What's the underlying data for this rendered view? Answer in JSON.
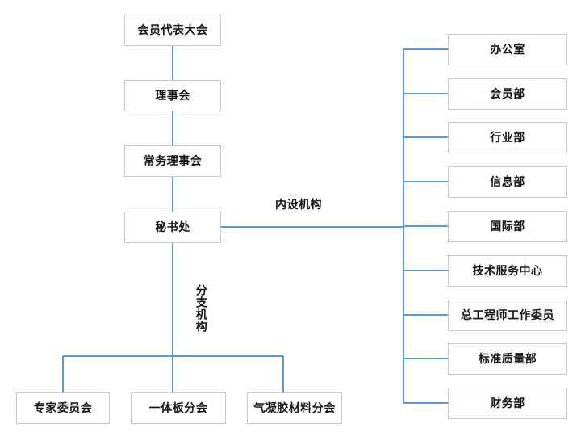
{
  "diagram": {
    "title_present": false,
    "colors": {
      "connector": "#5b9bd5",
      "box_border": "#c9c9c9",
      "box_fill": "#ffffff",
      "text": "#151515",
      "background": "#ffffff"
    },
    "main_chain": [
      {
        "id": "assembly",
        "label": "会员代表大会"
      },
      {
        "id": "council",
        "label": "理事会"
      },
      {
        "id": "standing",
        "label": "常务理事会"
      },
      {
        "id": "secretariat",
        "label": "秘书处"
      }
    ],
    "edge_labels": {
      "internal": "内设机构",
      "branch": "分支机构"
    },
    "internal_departments": [
      {
        "id": "office",
        "label": "办公室"
      },
      {
        "id": "membership",
        "label": "会员部"
      },
      {
        "id": "industry",
        "label": "行业部"
      },
      {
        "id": "information",
        "label": "信息部"
      },
      {
        "id": "international",
        "label": "国际部"
      },
      {
        "id": "tech-service",
        "label": "技术服务中心"
      },
      {
        "id": "chief-engineer",
        "label": "总工程师工作委员"
      },
      {
        "id": "standard-quality",
        "label": "标准质量部"
      },
      {
        "id": "finance",
        "label": "财务部"
      }
    ],
    "branch_organizations": [
      {
        "id": "expert-committee",
        "label": "专家委员会"
      },
      {
        "id": "integrated-board",
        "label": "一体板分会"
      },
      {
        "id": "aerogel-material",
        "label": "气凝胶材料分会"
      }
    ]
  }
}
